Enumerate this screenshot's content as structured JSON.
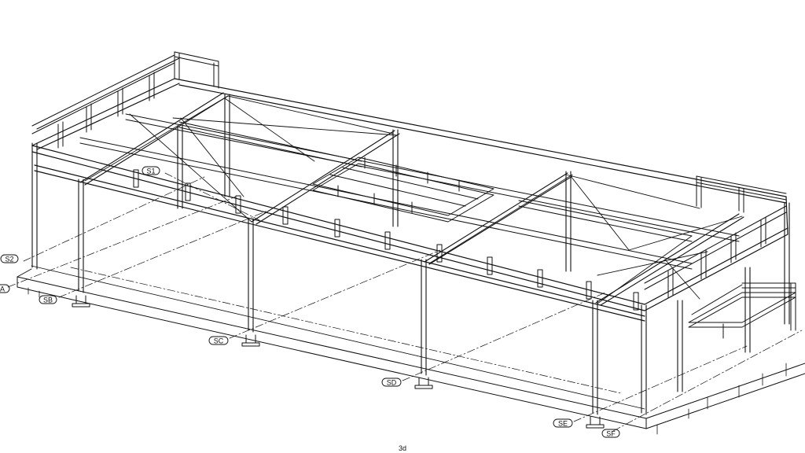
{
  "drawing": {
    "view_label": "3d",
    "grid_labels": [
      "S2",
      "A",
      "SB",
      "S1",
      "SC",
      "SD",
      "SE",
      "SF"
    ]
  }
}
